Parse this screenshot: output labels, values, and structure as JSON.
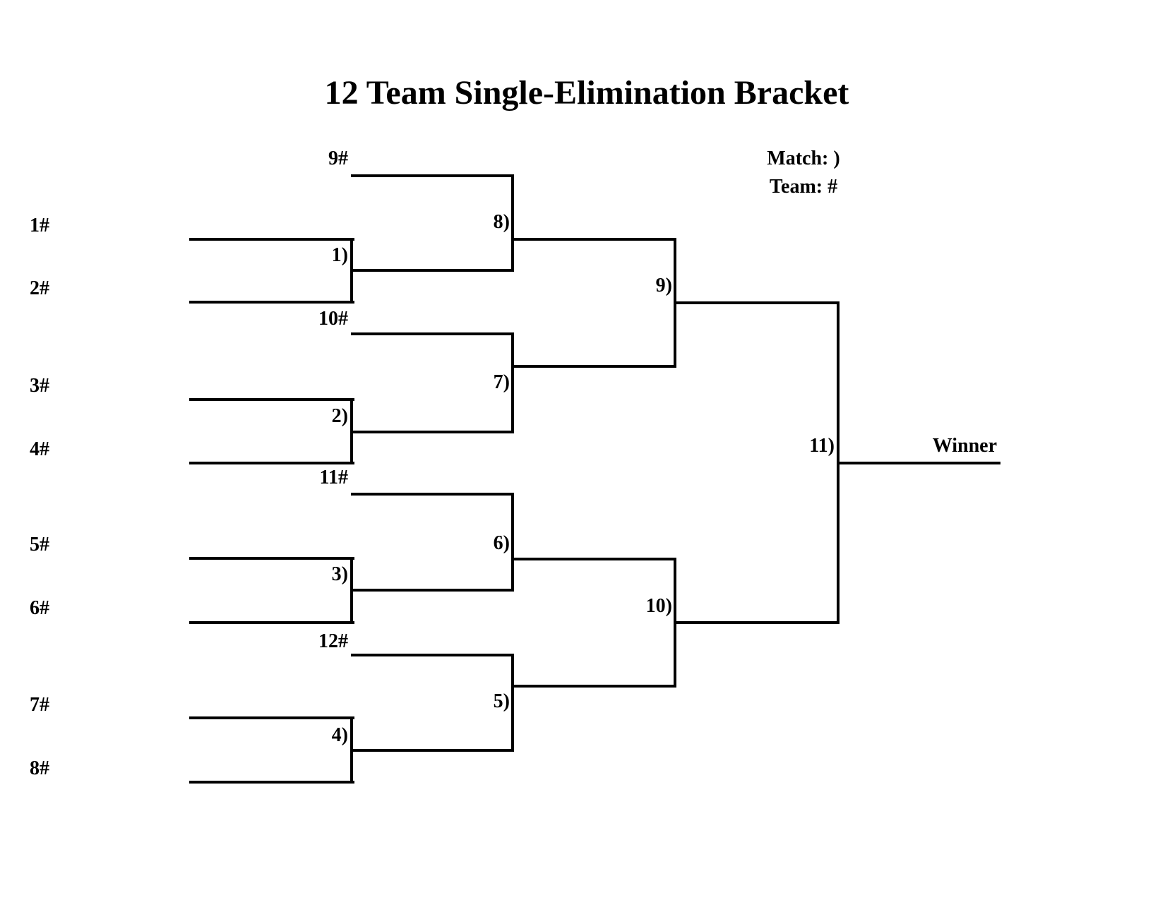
{
  "title": "12 Team Single-Elimination Bracket",
  "legend": {
    "match_key": "Match: )",
    "team_key": "Team: #"
  },
  "teams": [
    {
      "label": "1#",
      "seed": 1,
      "enters": "round1"
    },
    {
      "label": "2#",
      "seed": 2,
      "enters": "round1"
    },
    {
      "label": "3#",
      "seed": 3,
      "enters": "round1"
    },
    {
      "label": "4#",
      "seed": 4,
      "enters": "round1"
    },
    {
      "label": "5#",
      "seed": 5,
      "enters": "round1"
    },
    {
      "label": "6#",
      "seed": 6,
      "enters": "round1"
    },
    {
      "label": "7#",
      "seed": 7,
      "enters": "round1"
    },
    {
      "label": "8#",
      "seed": 8,
      "enters": "round1"
    },
    {
      "label": "9#",
      "seed": 9,
      "enters": "round2-bye"
    },
    {
      "label": "10#",
      "seed": 10,
      "enters": "round2-bye"
    },
    {
      "label": "11#",
      "seed": 11,
      "enters": "round2-bye"
    },
    {
      "label": "12#",
      "seed": 12,
      "enters": "round2-bye"
    }
  ],
  "matches": [
    {
      "label": "1)",
      "round": 1
    },
    {
      "label": "2)",
      "round": 1
    },
    {
      "label": "3)",
      "round": 1
    },
    {
      "label": "4)",
      "round": 1
    },
    {
      "label": "5)",
      "round": 2
    },
    {
      "label": "6)",
      "round": 2
    },
    {
      "label": "7)",
      "round": 2
    },
    {
      "label": "8)",
      "round": 2
    },
    {
      "label": "9)",
      "round": 3
    },
    {
      "label": "10)",
      "round": 3
    },
    {
      "label": "11)",
      "round": 4
    }
  ],
  "winner_label": "Winner",
  "colors": {
    "line": "#000000",
    "text": "#000000",
    "background": "#ffffff"
  }
}
